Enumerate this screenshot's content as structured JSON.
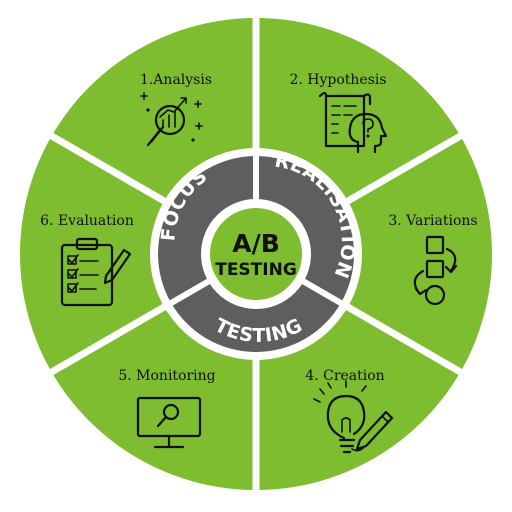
{
  "colors": {
    "outer_ring": "#7dbd2f",
    "separator": "#ffffff",
    "inner_ring": "#5e5e5e",
    "core": "#7dbd2f",
    "text_dark": "#111111",
    "text_light": "#ffffff"
  },
  "center": {
    "title": "A/B",
    "subtitle": "TESTING"
  },
  "phases": [
    {
      "label": "FOCUS"
    },
    {
      "label": "REALISATION"
    },
    {
      "label": "TESTING"
    }
  ],
  "steps": [
    {
      "label": "1.Analysis",
      "icon": "analysis-magnifier-chart-icon"
    },
    {
      "label": "2. Hypothesis",
      "icon": "hypothesis-document-head-icon"
    },
    {
      "label": "3. Variations",
      "icon": "variations-shapes-icon"
    },
    {
      "label": "4. Creation",
      "icon": "creation-lightbulb-pen-icon"
    },
    {
      "label": "5. Monitoring",
      "icon": "monitoring-screen-icon"
    },
    {
      "label": "6. Evaluation",
      "icon": "evaluation-clipboard-checklist-icon"
    }
  ]
}
